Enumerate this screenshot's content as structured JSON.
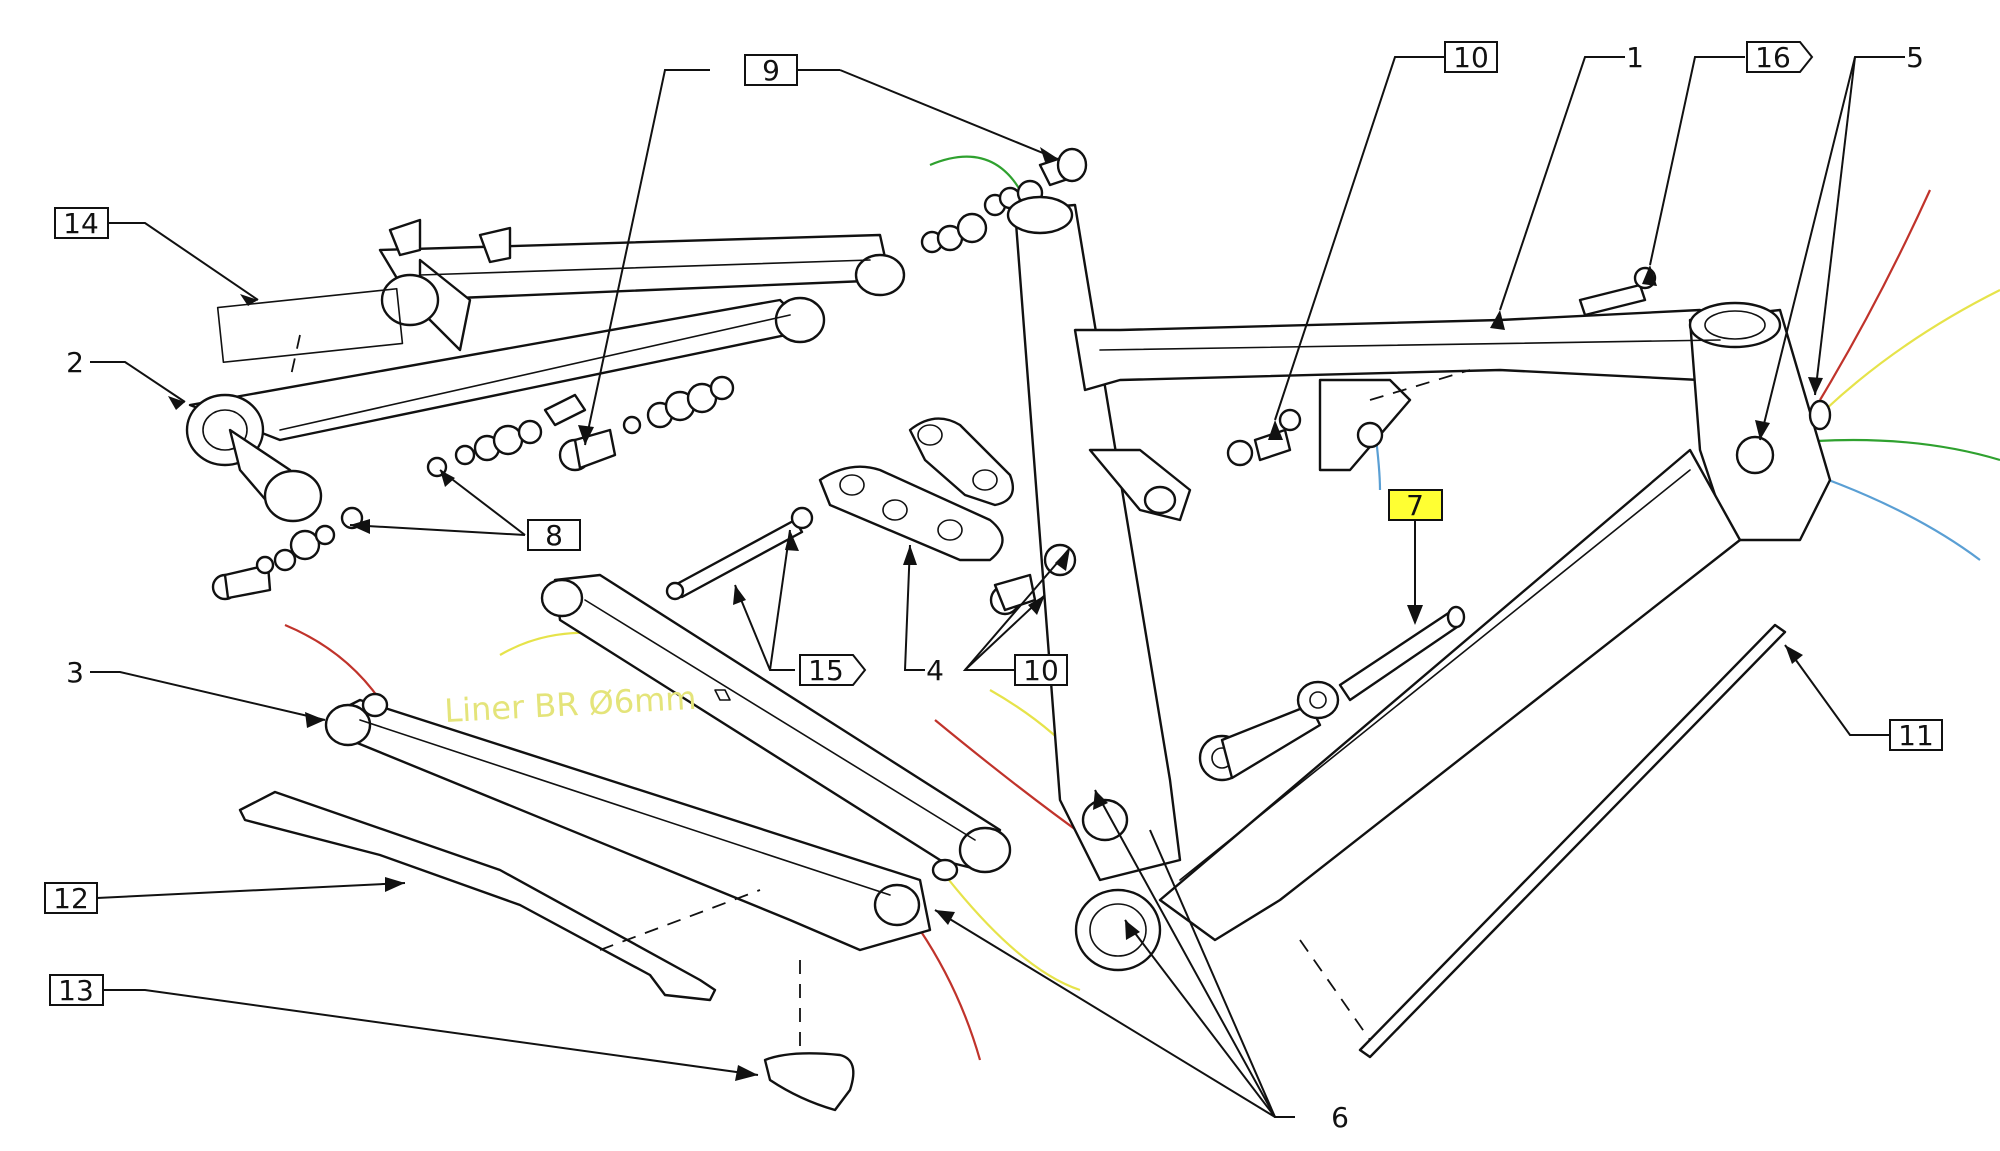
{
  "diagram": {
    "annotation_text": "Liner BR Ø6mm",
    "colors": {
      "line": "#111111",
      "highlight_fill": "#ffff33",
      "cable_red": "#c0332b",
      "cable_yellow": "#e6e34a",
      "cable_green": "#2fa12f",
      "cable_blue": "#5a9fd4"
    },
    "callouts": [
      {
        "id": "c1",
        "text": "1",
        "boxed": false
      },
      {
        "id": "c2",
        "text": "2",
        "boxed": false
      },
      {
        "id": "c3",
        "text": "3",
        "boxed": false
      },
      {
        "id": "c4",
        "text": "4",
        "boxed": false
      },
      {
        "id": "c5",
        "text": "5",
        "boxed": false
      },
      {
        "id": "c6",
        "text": "6",
        "boxed": false
      },
      {
        "id": "c7",
        "text": "7",
        "boxed": true,
        "highlight": true
      },
      {
        "id": "c8",
        "text": "8",
        "boxed": true
      },
      {
        "id": "c9",
        "text": "9",
        "boxed": true
      },
      {
        "id": "c10a",
        "text": "10",
        "boxed": true
      },
      {
        "id": "c10b",
        "text": "10",
        "boxed": true
      },
      {
        "id": "c11",
        "text": "11",
        "boxed": true
      },
      {
        "id": "c12",
        "text": "12",
        "boxed": true
      },
      {
        "id": "c13",
        "text": "13",
        "boxed": true
      },
      {
        "id": "c14",
        "text": "14",
        "boxed": true
      },
      {
        "id": "c15",
        "text": "15",
        "boxed": true,
        "tag": true
      },
      {
        "id": "c16",
        "text": "16",
        "boxed": true,
        "tag": true
      }
    ]
  }
}
